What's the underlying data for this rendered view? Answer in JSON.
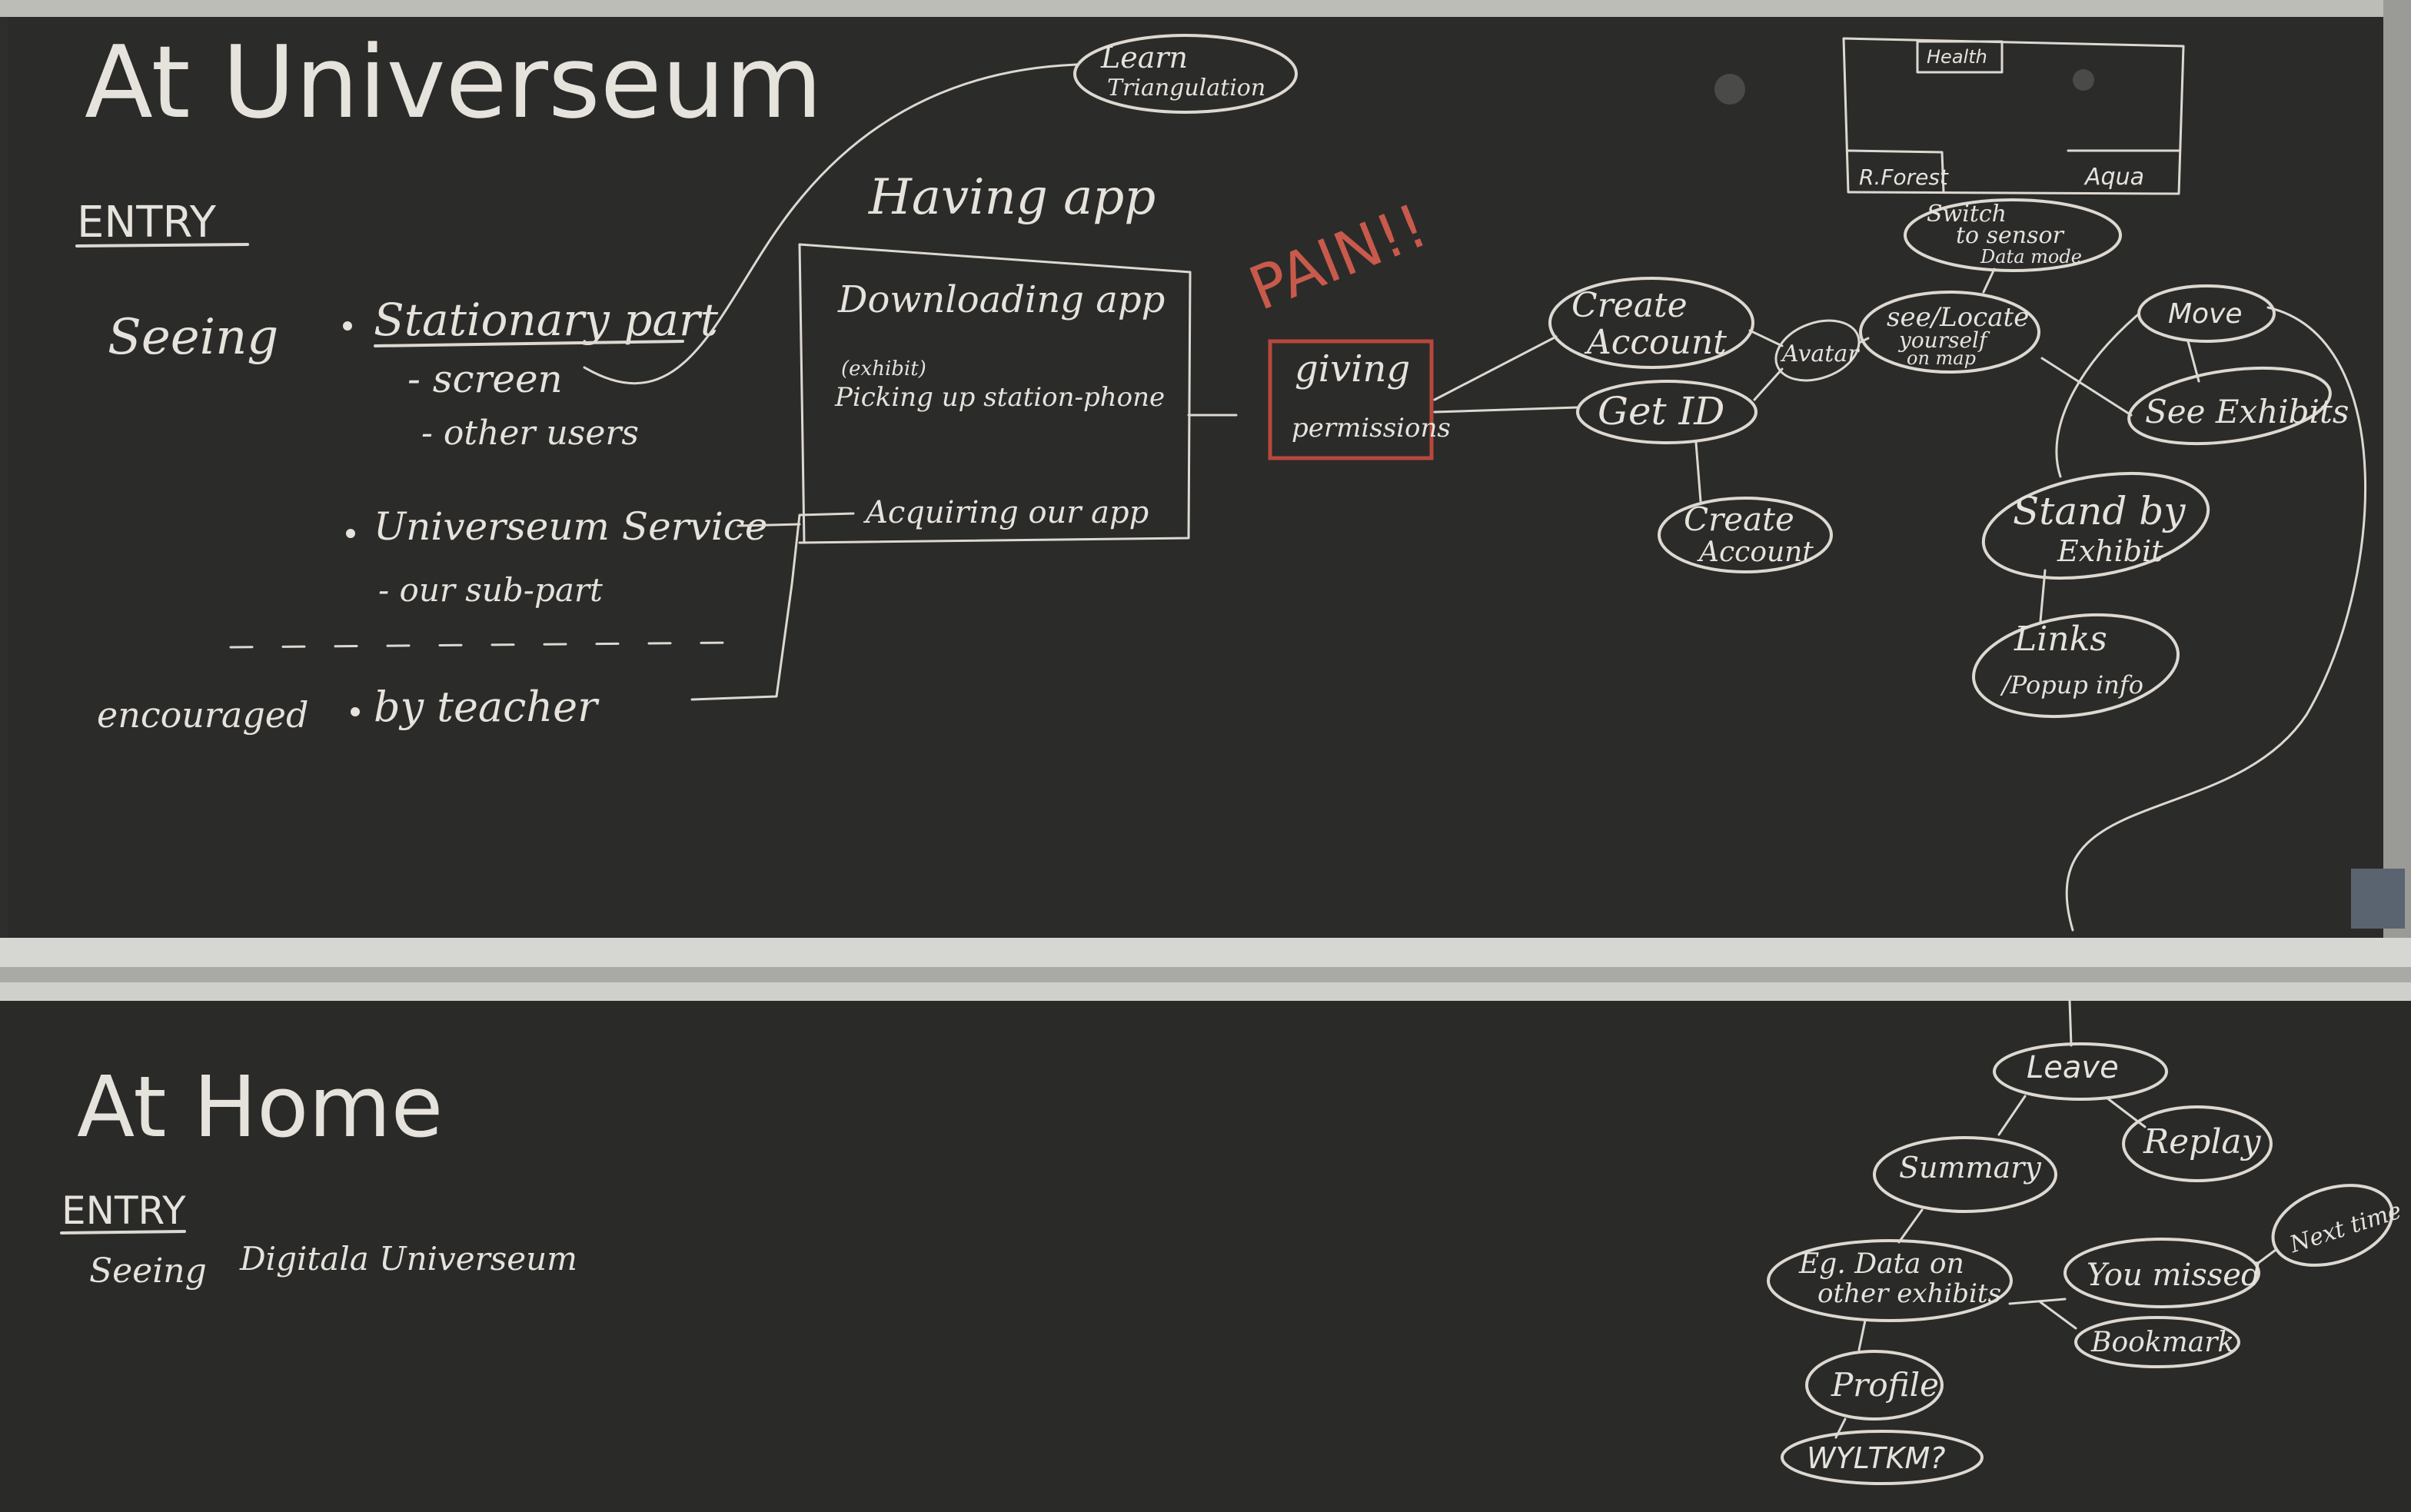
{
  "colors": {
    "board": "#2b2b2b",
    "chalk": "#e6e2dc",
    "red_chalk": "#c85a4c",
    "frame": "#c9c9c6"
  },
  "top": {
    "title": "At Universeum",
    "entry": "ENTRY",
    "seeing": "Seeing",
    "stationary_part": "Stationary part",
    "screen": "- screen",
    "other_users": "- other users",
    "universeum_service": "Universeum Service",
    "our_sub_part": "- our sub-part",
    "encouraged": "encouraged",
    "by_teacher": "by teacher",
    "learn_triangulation": [
      "Learn",
      "Triangulation"
    ],
    "having_app": "Having app",
    "downloading_app": "Downloading app",
    "exhibit": "(exhibit)",
    "picking_up": "Picking up station-phone",
    "acquiring": "Acquiring our app",
    "pain": "PAIN!!",
    "giving_permissions": [
      "giving",
      "permissions"
    ],
    "create_account_1": [
      "Create",
      "Account"
    ],
    "get_id": "Get ID",
    "create_account_2": [
      "Create",
      "Account"
    ],
    "avatar": "Avatar",
    "see_locate": [
      "see/Locate",
      "yourself",
      "on map"
    ],
    "switch_sensor": [
      "Switch",
      "to sensor",
      "Data mode"
    ],
    "map_health": "Health",
    "map_rforest": "R.Forest",
    "map_aqua": "Aqua",
    "move": "Move",
    "see_exhibits": "See Exhibits",
    "stand_by_exhibit": [
      "Stand by",
      "Exhibit"
    ],
    "links_popup": [
      "Links",
      "/Popup info"
    ]
  },
  "bottom": {
    "title": "At Home",
    "entry": "ENTRY",
    "seeing": "Seeing",
    "digitala": "Digitala Universeum",
    "leave": "Leave",
    "replay": "Replay",
    "summary": "Summary",
    "eg_data": [
      "Eg. Data on",
      "other exhibits"
    ],
    "you_missed": "You missed",
    "next_time": "Next time",
    "bookmark": "Bookmark",
    "profile": "Profile",
    "wyltkm": "WYLTKM?"
  }
}
